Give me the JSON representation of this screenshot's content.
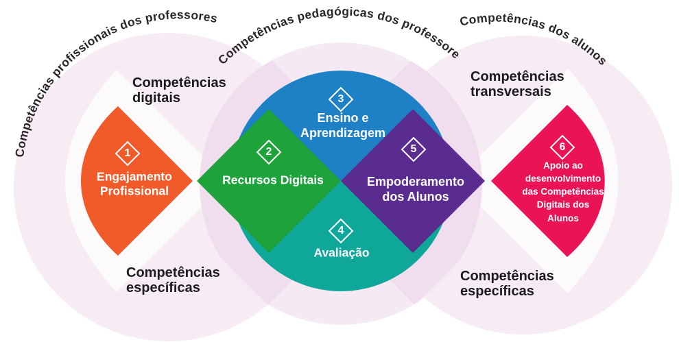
{
  "figure": {
    "arc_labels": {
      "left": "Competências profissionais dos professores",
      "middle": "Competências pedagógicas dos professores",
      "right": "Competências dos alunos"
    },
    "zone_labels": {
      "digital": "Competências\ndigitais",
      "transversal": "Competências\ntransversais",
      "specific_left": "Competências\nespecíficas",
      "specific_right": "Competências\nespecíficas"
    },
    "areas": [
      {
        "number": "1",
        "label": "Engajamento\nProfissional",
        "color": "#f15a29"
      },
      {
        "number": "2",
        "label": "Recursos Digitais",
        "color": "#1ea23a"
      },
      {
        "number": "3",
        "label": "Ensino e\nAprendizagem",
        "color": "#1e80c5"
      },
      {
        "number": "4",
        "label": "Avaliação",
        "color": "#0ea79a"
      },
      {
        "number": "5",
        "label": "Empoderamento\ndos Alunos",
        "color": "#5b2c90"
      },
      {
        "number": "6",
        "label": "Apoio ao\ndesenvolvimento\ndas Competências\nDigitais dos\nAlunos",
        "color": "#e91355"
      }
    ],
    "background": {
      "left_circle": "#f7ecf4",
      "middle_circle": "#f5e9f3",
      "right_circle": "#f7ecf4",
      "halo": "#fdfafc",
      "petal": "#f0ddee",
      "arc_text_color": "#2a2528",
      "heading_color": "#1c1b1e"
    }
  }
}
